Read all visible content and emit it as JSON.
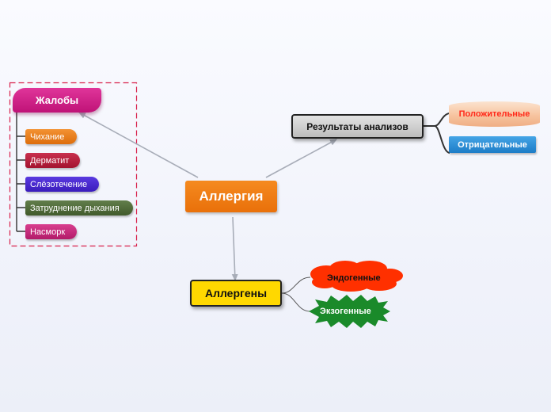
{
  "central": {
    "label": "Аллергия",
    "color": "#f07c12"
  },
  "complaints": {
    "label": "Жалобы",
    "color": "#d21f8a",
    "boundary_color": "#d8204b",
    "items": [
      {
        "label": "Чихание",
        "color": "#e87a1b"
      },
      {
        "label": "Дерматит",
        "color": "#b81d3c"
      },
      {
        "label": "Слёзотечение",
        "color": "#4a28d0"
      },
      {
        "label": "Затруднение дыхания",
        "color": "#4f6b39"
      },
      {
        "label": "Насморк",
        "color": "#c4287a"
      }
    ]
  },
  "results": {
    "label": "Результаты анализов",
    "items": [
      {
        "label": "Положительные",
        "color": "#ff2a1a"
      },
      {
        "label": "Отрицательные",
        "color": "#2a8ad6"
      }
    ]
  },
  "allergens": {
    "label": "Аллергены",
    "color": "#ffd800",
    "items": [
      {
        "label": "Эндогенные",
        "color": "#ff3000"
      },
      {
        "label": "Экзогенные",
        "color": "#1a8a2a"
      }
    ]
  }
}
